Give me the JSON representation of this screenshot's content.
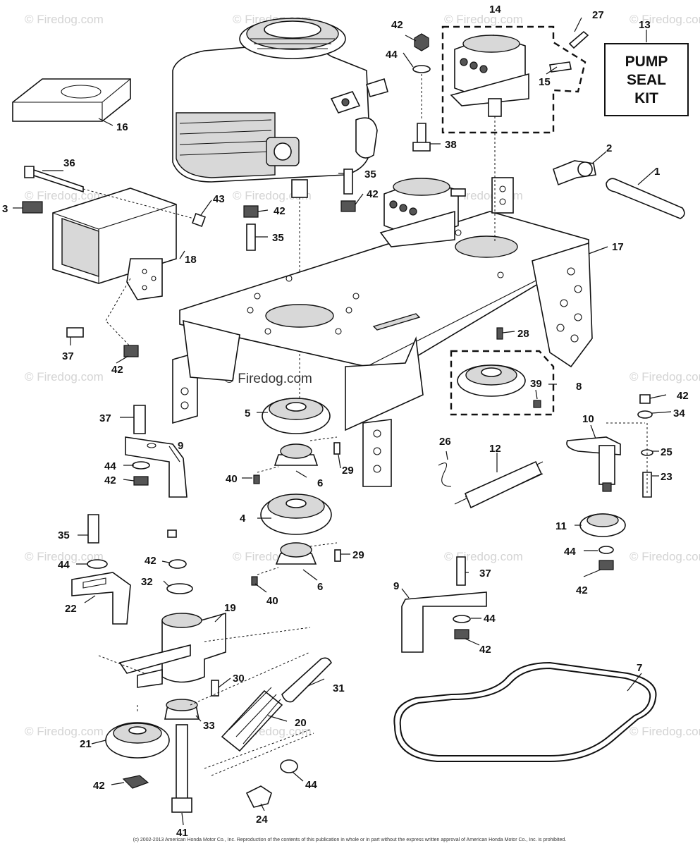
{
  "watermark": {
    "text": "© Firedog.com",
    "center_text": "© Firedog.com"
  },
  "kit_label": {
    "line1": "PUMP",
    "line2": "SEAL",
    "line3": "KIT"
  },
  "copyright": "(c) 2002-2013 American Honda Motor Co., Inc. Reproduction of the contents of this publication in whole or in part without the express written approval of American Honda Motor Co., Inc. is prohibited.",
  "callouts": {
    "c1": "1",
    "c2": "2",
    "c3": "3",
    "c4": "4",
    "c5": "5",
    "c6a": "6",
    "c6b": "6",
    "c7": "7",
    "c8": "8",
    "c9a": "9",
    "c9b": "9",
    "c10": "10",
    "c11": "11",
    "c12": "12",
    "c13": "13",
    "c14": "14",
    "c15": "15",
    "c16": "16",
    "c17": "17",
    "c18": "18",
    "c19": "19",
    "c20": "20",
    "c21": "21",
    "c22": "22",
    "c23": "23",
    "c24": "24",
    "c25": "25",
    "c26": "26",
    "c27": "27",
    "c28": "28",
    "c29a": "29",
    "c29b": "29",
    "c30": "30",
    "c31": "31",
    "c32": "32",
    "c33": "33",
    "c34": "34",
    "c35a": "35",
    "c35b": "35",
    "c35c": "35",
    "c36": "36",
    "c37a": "37",
    "c37b": "37",
    "c37c": "37",
    "c38": "38",
    "c39": "39",
    "c40a": "40",
    "c40b": "40",
    "c41": "41",
    "c42a": "42",
    "c42b": "42",
    "c42c": "42",
    "c42d": "42",
    "c42e": "42",
    "c42f": "42",
    "c42g": "42",
    "c42h": "42",
    "c42i": "42",
    "c42j": "42",
    "c43": "43",
    "c44a": "44",
    "c44b": "44",
    "c44c": "44",
    "c44d": "44",
    "c44e": "44",
    "c44f": "44"
  }
}
